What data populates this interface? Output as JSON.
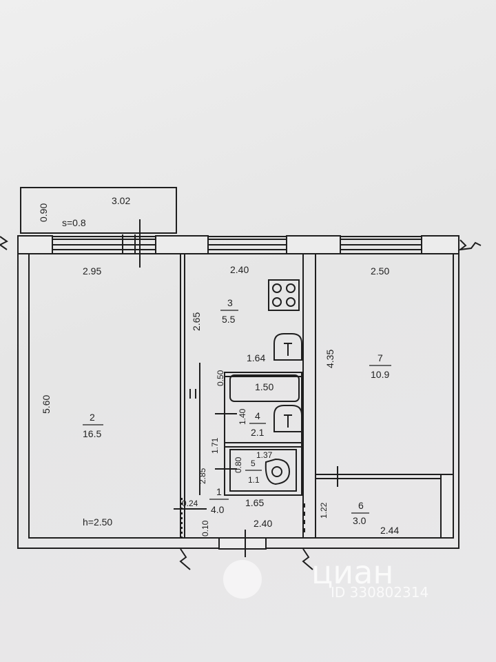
{
  "balcony": {
    "width": "3.02",
    "depth": "0.90",
    "area": "s=0.8"
  },
  "rooms": [
    {
      "number": "2",
      "area": "16.5"
    },
    {
      "number": "3",
      "area": "5.5"
    },
    {
      "number": "7",
      "area": "10.9"
    },
    {
      "number": "4",
      "area": "2.1"
    },
    {
      "number": "5",
      "area": "1.1"
    },
    {
      "number": "1",
      "area": "4.0"
    },
    {
      "number": "6",
      "area": "3.0"
    }
  ],
  "dimensions": {
    "room2_width": "2.95",
    "room3_width": "2.40",
    "room7_width": "2.50",
    "room2_length": "5.60",
    "room3_length": "2.65",
    "room7_length": "4.35",
    "bath_top": "1.64",
    "bath_offset": "0.50",
    "bathtub": "1.50",
    "bath_height": "1.40",
    "wc_width": "1.37",
    "wc_height": "0.80",
    "corridor_a": "1.71",
    "corridor_b": "2.85",
    "hall_width": "1.65",
    "small_a": "0.24",
    "small_b": "0.10",
    "hall_length": "2.40",
    "closet_height": "1.22",
    "closet_width": "2.44"
  },
  "ceiling_height": "h=2.50",
  "watermark": {
    "brand": "циан",
    "listing_id": "ID 330802314"
  },
  "colors": {
    "line": "#1e1e1e",
    "watermark": "#ffffff"
  }
}
